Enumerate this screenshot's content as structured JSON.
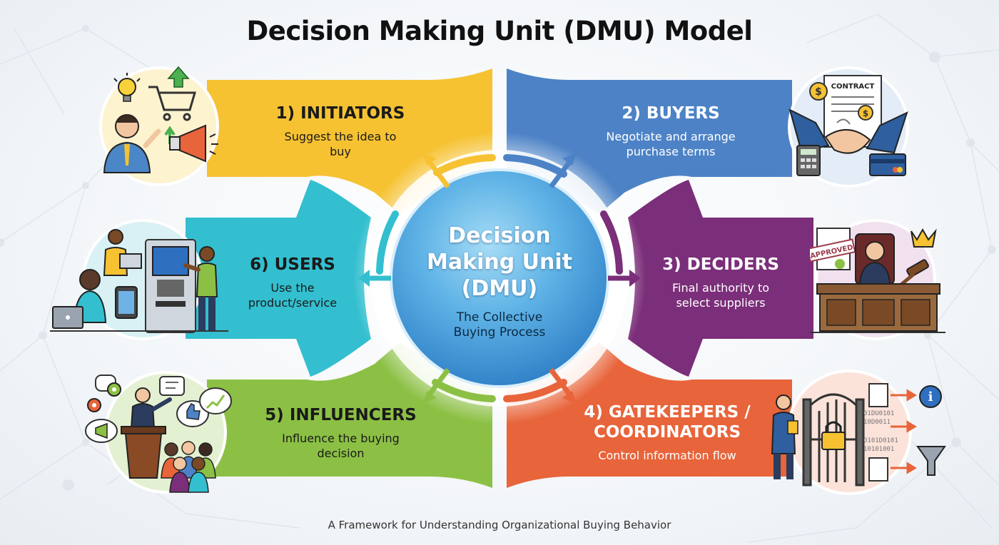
{
  "title": "Decision Making Unit (DMU) Model",
  "footer": "A Framework for Understanding Organizational Buying Behavior",
  "hub": {
    "title_lines": [
      "Decision",
      "Making Unit",
      "(DMU)"
    ],
    "subtitle_lines": [
      "The Collective",
      "Buying Process"
    ]
  },
  "segments": [
    {
      "title": "1) INITIATORS",
      "desc_lines": [
        "Suggest the idea to",
        "buy"
      ],
      "color": "#f6c232"
    },
    {
      "title": "2) BUYERS",
      "desc_lines": [
        "Negotiate and arrange",
        "purchase terms"
      ],
      "color": "#4d83c6"
    },
    {
      "title": "3) DECIDERS",
      "desc_lines": [
        "Final authority to",
        "select suppliers"
      ],
      "color": "#7b2e79"
    },
    {
      "title_lines": [
        "4) GATEKEEPERS /",
        "COORDINATORS"
      ],
      "desc_lines": [
        "Control information flow"
      ],
      "color": "#e8643a"
    },
    {
      "title": "5) INFLUENCERS",
      "desc_lines": [
        "Influence the buying",
        "decision"
      ],
      "color": "#8cc045"
    },
    {
      "title": "6) USERS",
      "desc_lines": [
        "Use the",
        "product/service"
      ],
      "color": "#33bfcf"
    }
  ],
  "illustration_text": {
    "contract": "CONTRACT",
    "approved": "APPROVED",
    "binary_lines": [
      "01DU0101",
      "10D0011",
      "0101D0101",
      "10101001"
    ]
  },
  "colors": {
    "hub": "#3f9ad8",
    "initiators": "#f6c232",
    "buyers": "#4d83c6",
    "deciders": "#7b2e79",
    "gatekeepers": "#e8643a",
    "influencers": "#8cc045",
    "users": "#33bfcf"
  },
  "icons": {
    "initiators": [
      "lightbulb-icon",
      "shopping-cart-icon",
      "megaphone-icon",
      "up-arrow-icon",
      "person-icon"
    ],
    "buyers": [
      "contract-icon",
      "handshake-icon",
      "calculator-icon",
      "credit-card-icon",
      "dollar-coin-icon"
    ],
    "deciders": [
      "crown-icon",
      "gavel-icon",
      "approved-document-icon",
      "desk-icon",
      "executive-icon"
    ],
    "gatekeepers": [
      "gate-icon",
      "padlock-icon",
      "funnel-icon",
      "info-icon",
      "document-icon"
    ],
    "influencers": [
      "podium-icon",
      "speech-bubble-icon",
      "gear-icon",
      "thumbs-up-icon",
      "audience-icon"
    ],
    "users": [
      "laptop-icon",
      "kiosk-icon",
      "tablet-icon",
      "people-icon"
    ]
  }
}
